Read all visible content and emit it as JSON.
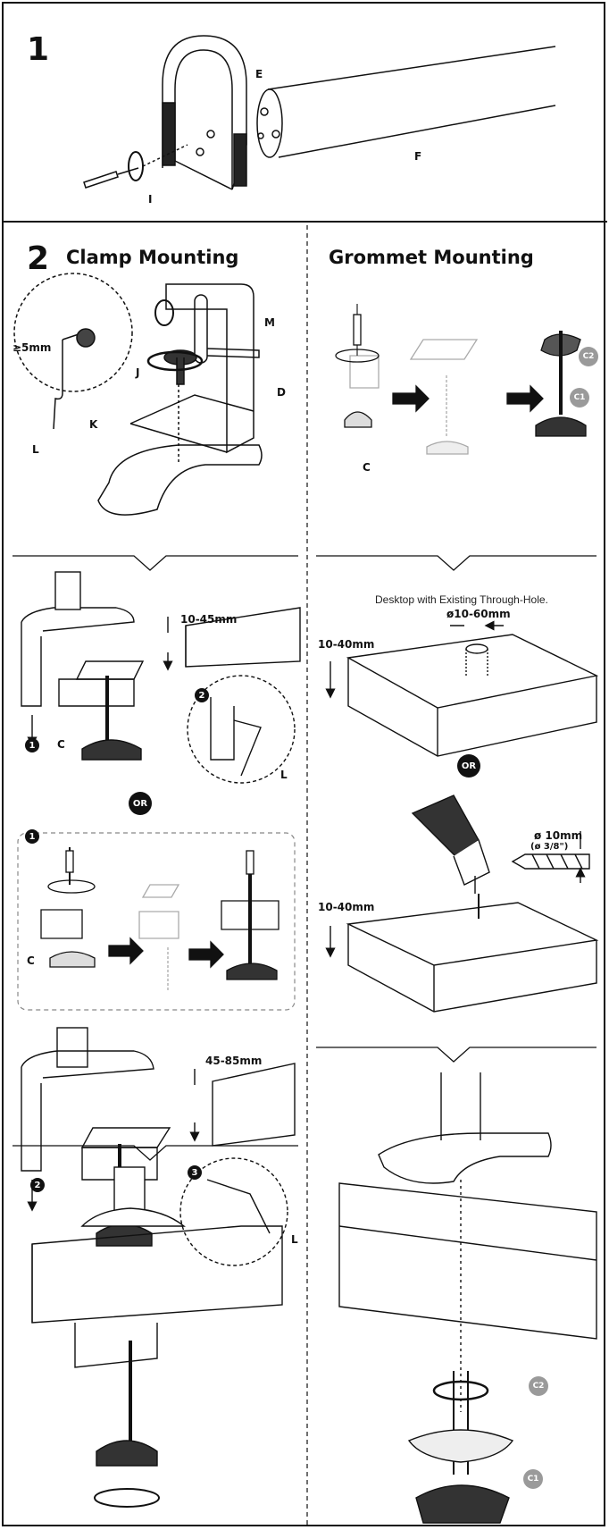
{
  "step1": {
    "number": "1",
    "labels": {
      "e": "E",
      "f": "F",
      "i": "I"
    }
  },
  "step2": {
    "number": "2",
    "clamp_title": "Clamp Mounting",
    "grommet_title": "Grommet Mounting",
    "clamp_labels": {
      "min_gap": "≥5mm",
      "m": "M",
      "j": "J",
      "d": "D",
      "k": "K",
      "l": "L"
    },
    "grommet_labels": {
      "c": "C",
      "c2": "C2",
      "c1": "C1"
    }
  },
  "clamp_flow": {
    "range_a": "10-45mm",
    "range_b": "45-85mm",
    "label_c": "C",
    "label_l": "L",
    "or": "OR",
    "step_badges": [
      "1",
      "2",
      "1",
      "2",
      "3"
    ]
  },
  "grommet_flow": {
    "caption": "Desktop with Existing Through-Hole.",
    "hole_range": "ø10-60mm",
    "thickness_a": "10-40mm",
    "thickness_b": "10-40mm",
    "or": "OR",
    "drill_size": "ø 10mm",
    "drill_size_imperial": "(ø 3/8\")",
    "c2": "C2",
    "c1": "C1"
  },
  "colors": {
    "ink": "#111111",
    "grey": "#9a9a9a",
    "light": "#efefef"
  }
}
